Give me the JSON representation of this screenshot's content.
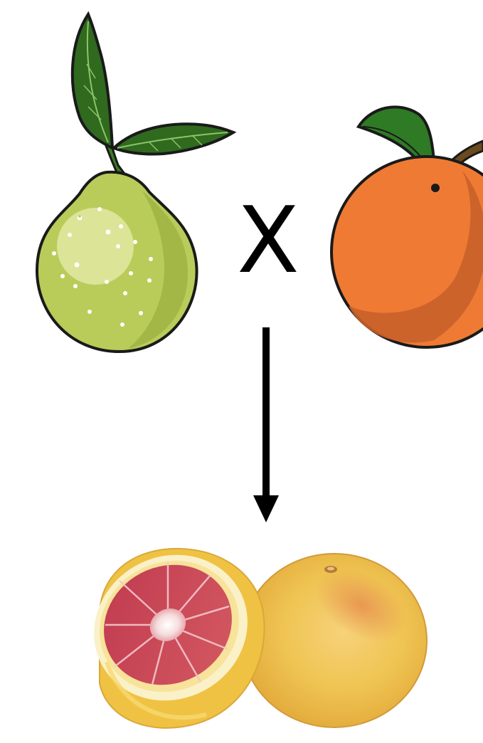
{
  "diagram": {
    "operator_symbol": "X",
    "parents": [
      {
        "name": "pomelo",
        "icon": "pomelo-icon"
      },
      {
        "name": "orange",
        "icon": "orange-icon"
      }
    ],
    "offspring": {
      "name": "grapefruit",
      "icon": "grapefruit-icon"
    },
    "arrow": {
      "direction": "down",
      "icon": "arrow-down-icon"
    }
  },
  "colors": {
    "outline": "#1a1a1a",
    "pomelo_skin": "#b9cc5a",
    "pomelo_shade": "#9eb343",
    "leaf": "#2f6a1e",
    "orange_skin": "#ef7a33",
    "orange_shade": "#c8602a",
    "grapefruit_flesh": "#c8465a",
    "grapefruit_skin": "#efc452",
    "grapefruit_rind": "#f3d46a"
  }
}
